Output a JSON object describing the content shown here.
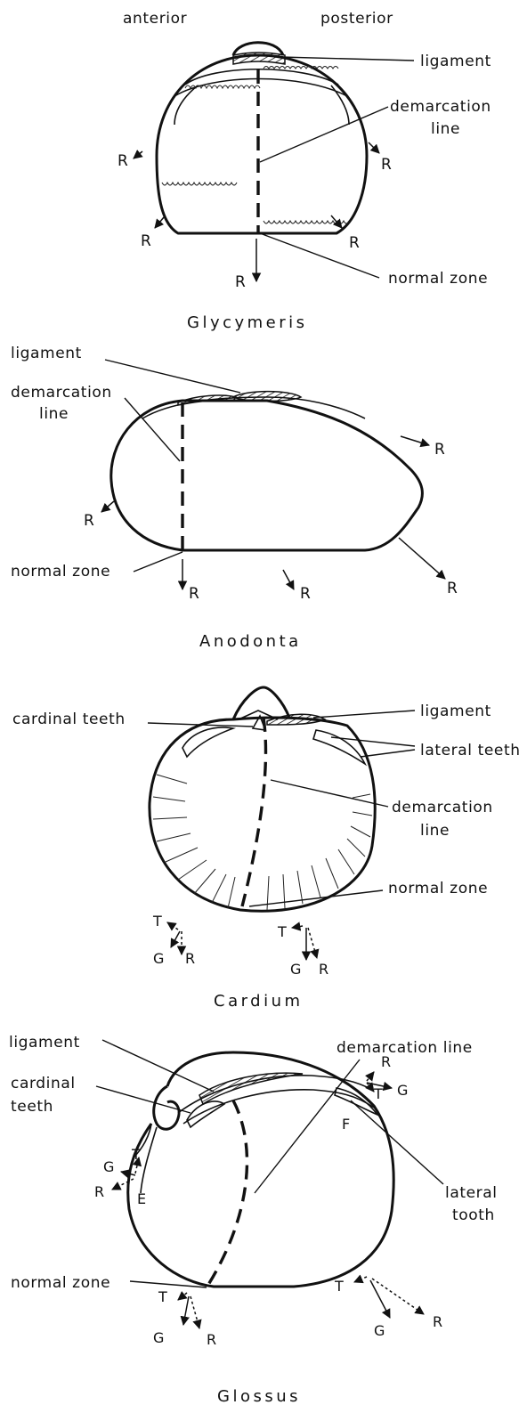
{
  "diagram": {
    "header": {
      "anterior": "anterior",
      "posterior": "posterior"
    },
    "glycymeris": {
      "title": "Glycymeris",
      "ligament": "ligament",
      "demarcation_line": [
        "demarcation",
        "line"
      ],
      "normal_zone": "normal zone",
      "growth_label": "R"
    },
    "anodonta": {
      "title": "Anodonta",
      "ligament": "ligament",
      "demarcation_line": [
        "demarcation",
        "line"
      ],
      "normal_zone": "normal zone",
      "growth_label": "R"
    },
    "cardium": {
      "title": "Cardium",
      "cardinal_teeth": "cardinal teeth",
      "ligament": "ligament",
      "lateral_teeth": "lateral teeth",
      "demarcation_line": [
        "demarcation",
        "line"
      ],
      "normal_zone": "normal zone",
      "labels": {
        "T": "T",
        "G": "G",
        "R": "R"
      }
    },
    "glossus": {
      "title": "Glossus",
      "ligament": "ligament",
      "cardinal_teeth": [
        "cardinal",
        "teeth"
      ],
      "demarcation_line": "demarcation line",
      "lateral_tooth": [
        "lateral",
        "tooth"
      ],
      "normal_zone": "normal zone",
      "point_E": "E",
      "point_F": "F",
      "labels": {
        "T": "T",
        "G": "G",
        "R": "R"
      }
    }
  },
  "colors": {
    "ink": "#111111",
    "background": "#ffffff"
  }
}
